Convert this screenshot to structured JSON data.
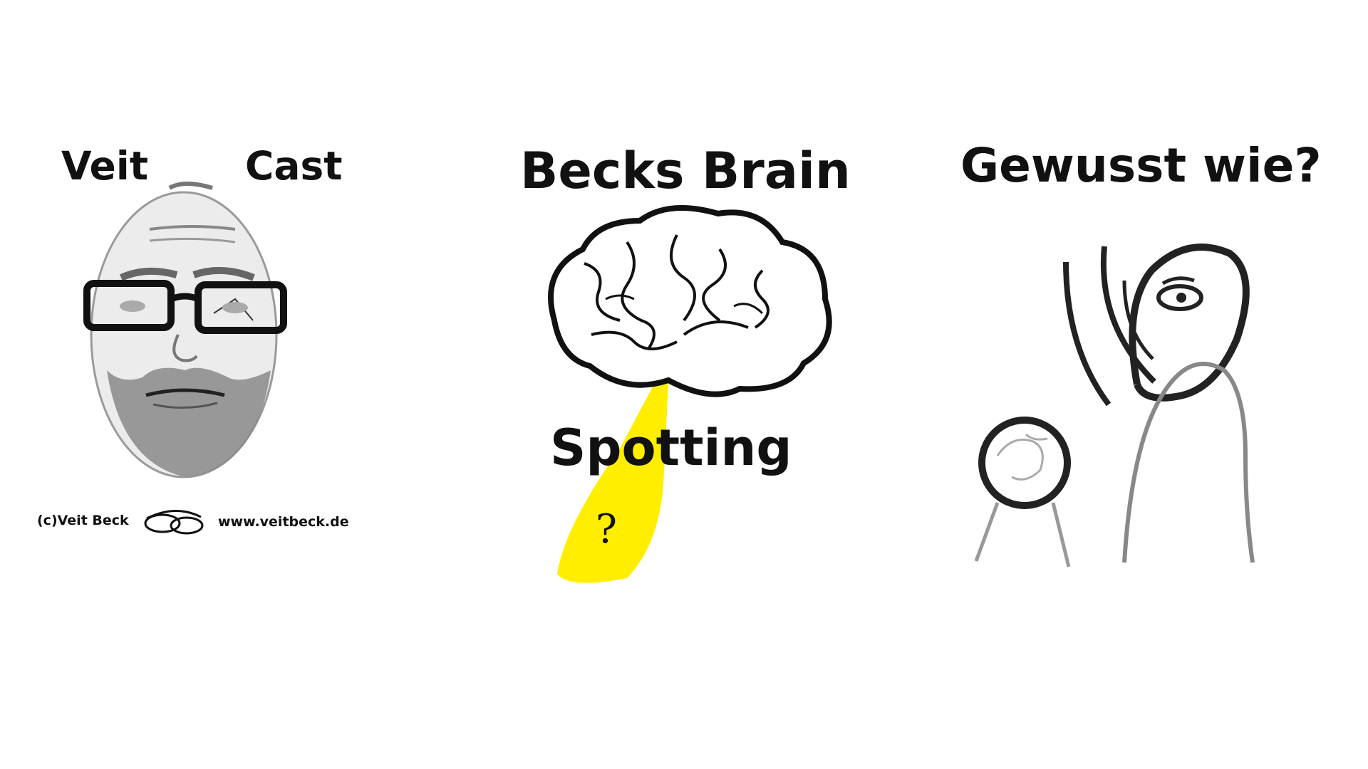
{
  "panels": {
    "veitcast": {
      "title_left": "Veit",
      "title_right": "Cast",
      "copyright": "(c)Veit Beck",
      "website": "www.veitbeck.de"
    },
    "becks_brain": {
      "title": "Becks Brain",
      "subtitle": "Spotting",
      "question_mark": "?"
    },
    "gewusst_wie": {
      "title": "Gewusst wie?"
    }
  },
  "colors": {
    "background": "#ffffff",
    "ink": "#111111",
    "spotlight": "#ffee00"
  }
}
